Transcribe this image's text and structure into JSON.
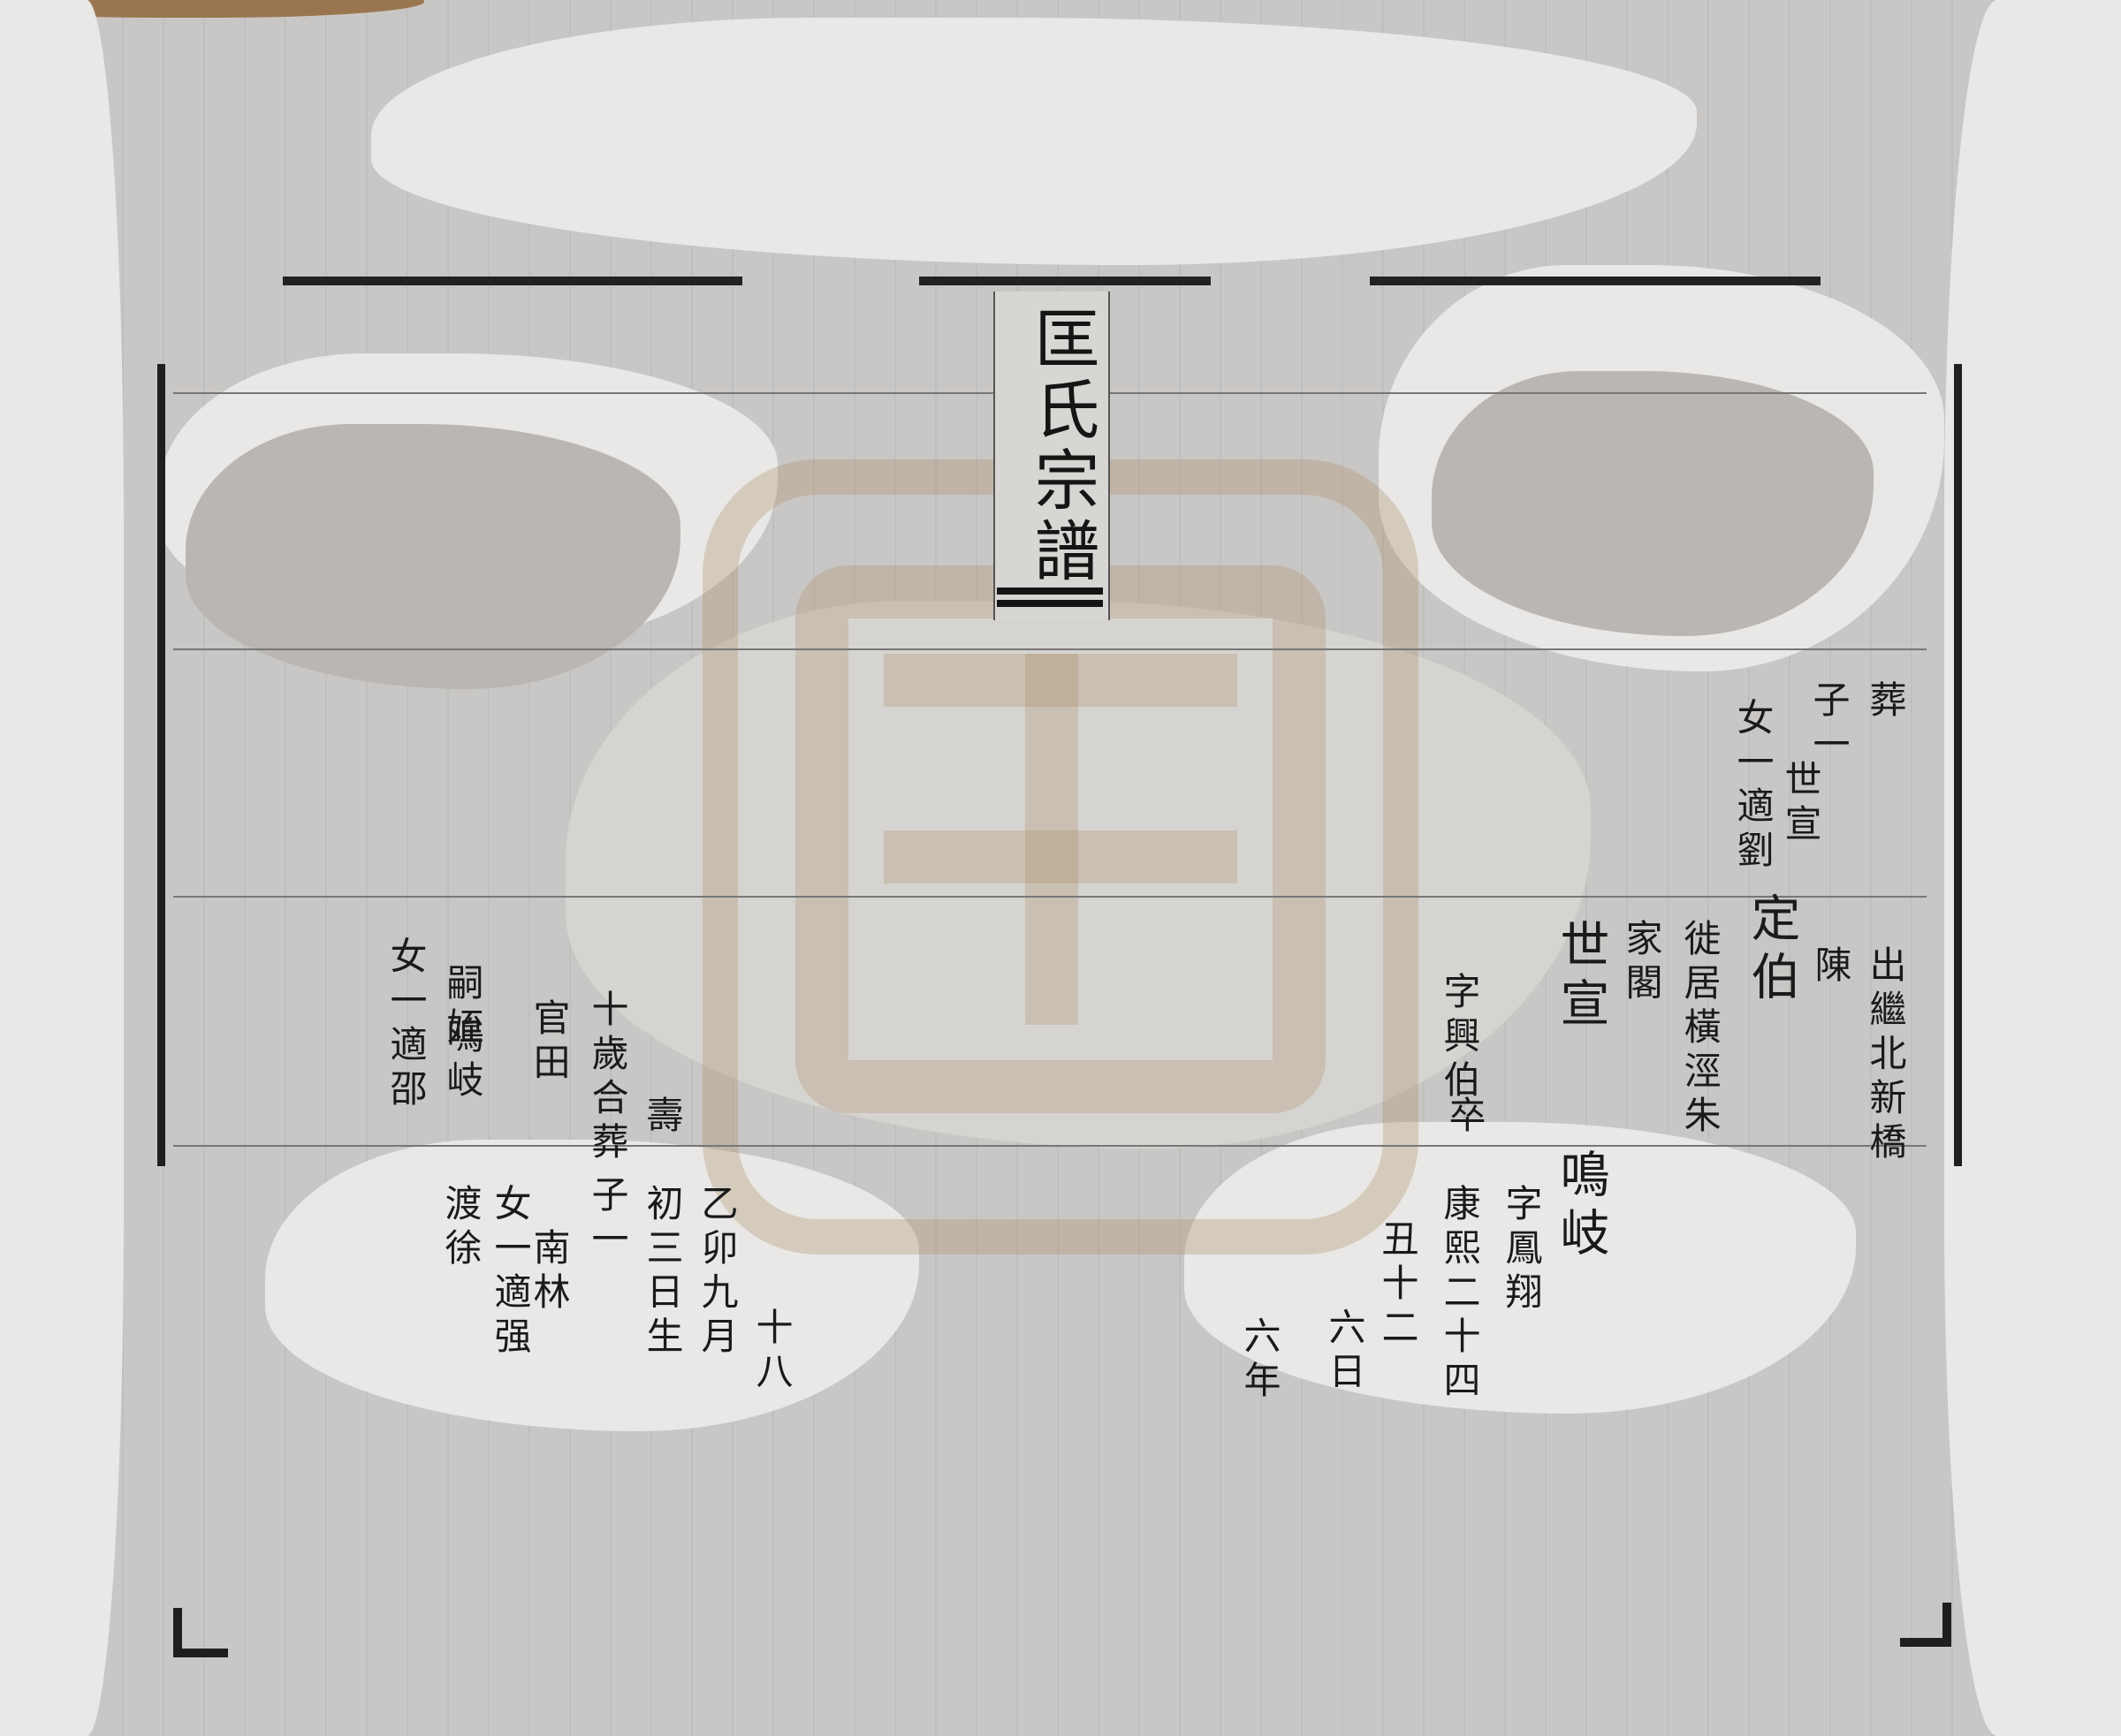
{
  "title": "匡氏宗譜",
  "columns": [
    {
      "id": "c01",
      "text": "出繼北新橋"
    },
    {
      "id": "c02",
      "text": "陳"
    },
    {
      "id": "c03",
      "text": "定伯"
    },
    {
      "id": "c04",
      "text": "徙居橫涇朱"
    },
    {
      "id": "c05",
      "text": "家閣"
    },
    {
      "id": "c06",
      "text": "世宣"
    },
    {
      "id": "c07",
      "text": "鳴岐"
    },
    {
      "id": "c08",
      "text": "字鳳翔"
    },
    {
      "id": "c09",
      "text": "康熙二十四"
    },
    {
      "id": "c10",
      "text": "丑十二"
    },
    {
      "id": "c11",
      "text": "六日"
    },
    {
      "id": "c12",
      "text": "六年"
    },
    {
      "id": "c13",
      "text": "字興伯"
    },
    {
      "id": "c14",
      "text": "卒"
    },
    {
      "id": "c15",
      "text": "葬"
    },
    {
      "id": "c16",
      "text": "子一"
    },
    {
      "id": "c17",
      "text": "世宣"
    },
    {
      "id": "c18",
      "text": "女一適劉"
    },
    {
      "id": "c19",
      "text": "十八"
    },
    {
      "id": "c20",
      "text": "乙卯九月"
    },
    {
      "id": "c21",
      "text": "初三日生"
    },
    {
      "id": "c22",
      "text": "壽"
    },
    {
      "id": "c23",
      "text": "十歲合葬"
    },
    {
      "id": "c24",
      "text": "子一"
    },
    {
      "id": "c25",
      "text": "南林"
    },
    {
      "id": "c26",
      "text": "官田"
    },
    {
      "id": "c27",
      "text": "女一適强"
    },
    {
      "id": "c28",
      "text": "嗣姪"
    },
    {
      "id": "c29",
      "text": "鳴岐"
    },
    {
      "id": "c30",
      "text": "渡徐"
    },
    {
      "id": "c31",
      "text": "女一"
    },
    {
      "id": "c32",
      "text": "適邵"
    }
  ]
}
